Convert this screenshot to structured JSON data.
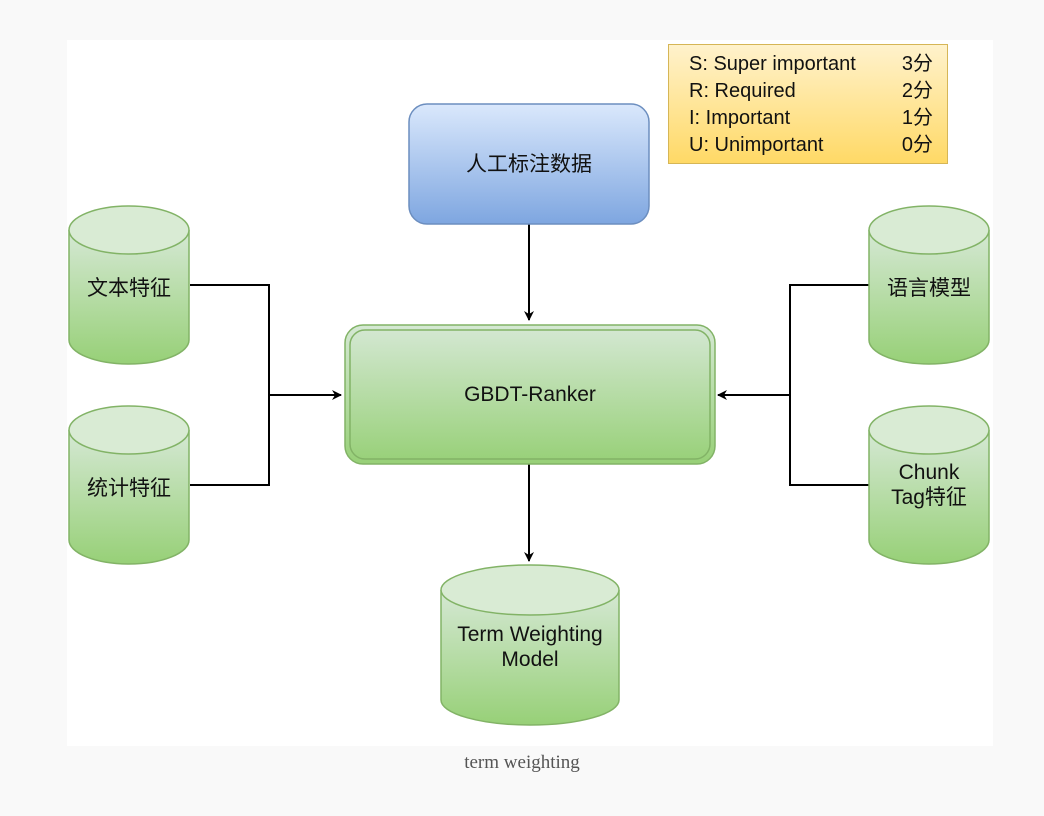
{
  "nodes": {
    "annotation_data": "人工标注数据",
    "ranker": "GBDT-Ranker",
    "text_features": "文本特征",
    "stat_features": "统计特征",
    "language_model": "语言模型",
    "chunk_tag": "Chunk\nTag特征",
    "output_model": "Term Weighting\nModel"
  },
  "legend": [
    {
      "label": "S: Super important",
      "score": "3分"
    },
    {
      "label": "R: Required",
      "score": "2分"
    },
    {
      "label": "I: Important",
      "score": "1分"
    },
    {
      "label": "U: Unimportant",
      "score": "0分"
    }
  ],
  "caption": "term weighting",
  "colors": {
    "blue_fill_top": "#dae8fc",
    "blue_fill_bottom": "#7ea6e0",
    "blue_stroke": "#6c8ebf",
    "green_fill_top": "#d5e8d4",
    "green_fill_bottom": "#97d077",
    "green_stroke": "#82b366",
    "legend_fill_top": "#fff2cc",
    "legend_fill_bottom": "#ffd966",
    "legend_stroke": "#d6b656"
  }
}
